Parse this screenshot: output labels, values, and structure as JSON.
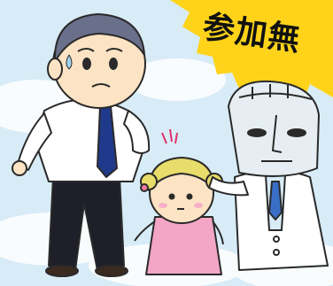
{
  "burst": {
    "headline": "参加無",
    "color": "#ffd31a"
  },
  "figures": {
    "man": "salaryman-character",
    "girl": "little-girl-character",
    "robot": "android-doctor-character"
  },
  "palette": {
    "sky": "#d8ecf7",
    "cloud": "#ffffff",
    "outline": "#2a2a2a"
  }
}
